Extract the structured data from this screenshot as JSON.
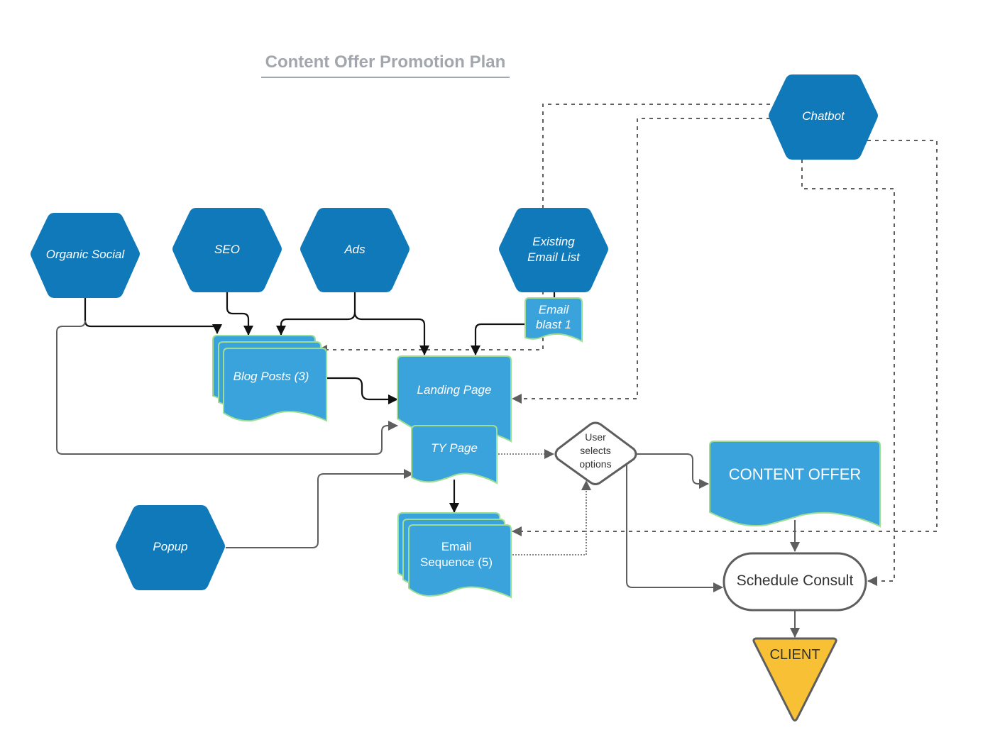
{
  "diagram": {
    "title": "Content Offer Promotion Plan",
    "colors": {
      "source_hex": "#1079ba",
      "document_fill": "#3ba3dc",
      "document_border": "#9ede92",
      "connector": "#5e5e5e",
      "client_fill": "#f8c034",
      "title": "#a2a6ad"
    },
    "sources": {
      "organic_social": "Organic Social",
      "seo": "SEO",
      "ads": "Ads",
      "existing_email_list_line1": "Existing",
      "existing_email_list_line2": "Email List",
      "chatbot": "Chatbot",
      "popup": "Popup"
    },
    "documents": {
      "email_blast_line1": "Email",
      "email_blast_line2": "blast   1",
      "blog_posts": "Blog Posts (3)",
      "landing_page": "Landing Page",
      "ty_page": "TY Page",
      "email_sequence_line1": "Email",
      "email_sequence_line2": "Sequence (5)",
      "content_offer": "CONTENT OFFER"
    },
    "decision": {
      "line1": "User",
      "line2": "selects",
      "line3": "options"
    },
    "terminal": {
      "schedule_consult": "Schedule Consult"
    },
    "end": {
      "client": "CLIENT"
    },
    "connectors": [
      {
        "from": "Organic Social",
        "to": "Blog Posts (3)",
        "style": "solid"
      },
      {
        "from": "Organic Social",
        "to": "Landing Page",
        "style": "solid"
      },
      {
        "from": "SEO",
        "to": "Blog Posts (3)",
        "style": "solid"
      },
      {
        "from": "Ads",
        "to": "Blog Posts (3)",
        "style": "solid"
      },
      {
        "from": "Ads",
        "to": "Landing Page",
        "style": "solid"
      },
      {
        "from": "Existing Email List",
        "to": "Email blast 1",
        "style": "solid"
      },
      {
        "from": "Email blast 1",
        "to": "Landing Page",
        "style": "solid"
      },
      {
        "from": "Blog Posts (3)",
        "to": "Landing Page",
        "style": "solid"
      },
      {
        "from": "Chatbot",
        "to": "Blog Posts (3)",
        "style": "dashed"
      },
      {
        "from": "Chatbot",
        "to": "Landing Page",
        "style": "dashed"
      },
      {
        "from": "Chatbot",
        "to": "Email Sequence (5)",
        "style": "dashed"
      },
      {
        "from": "Chatbot",
        "to": "Schedule Consult",
        "style": "dashed"
      },
      {
        "from": "Popup",
        "to": "TY Page",
        "style": "solid"
      },
      {
        "from": "TY Page",
        "to": "Email Sequence (5)",
        "style": "solid"
      },
      {
        "from": "TY Page",
        "to": "User selects options",
        "style": "dotted"
      },
      {
        "from": "Email Sequence (5)",
        "to": "User selects options",
        "style": "dotted"
      },
      {
        "from": "User selects options",
        "to": "CONTENT OFFER",
        "style": "solid"
      },
      {
        "from": "User selects options",
        "to": "Schedule Consult",
        "style": "solid"
      },
      {
        "from": "CONTENT OFFER",
        "to": "Schedule Consult",
        "style": "solid"
      },
      {
        "from": "Schedule Consult",
        "to": "CLIENT",
        "style": "solid"
      }
    ]
  }
}
